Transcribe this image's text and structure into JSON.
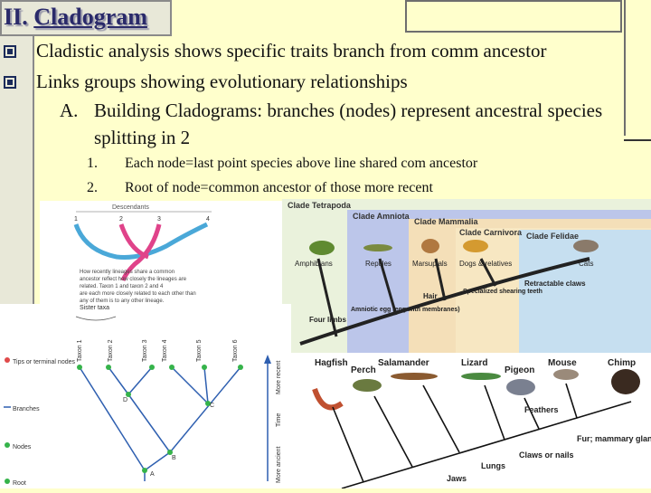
{
  "slide": {
    "title_prefix": "II.",
    "title": "Cladogram",
    "bullets": [
      "Cladistic analysis shows specific traits branch from comm ancestor",
      "Links groups showing evolutionary relationships"
    ],
    "sub_a_label": "A.",
    "sub_a_line1": "Building Cladograms: branches (nodes) represent ancestral species",
    "sub_a_line2": "splitting in 2",
    "numbered": [
      {
        "n": "1.",
        "text": "Each node=last point species above line shared com ancestor"
      },
      {
        "n": "2.",
        "text": "Root of node=common ancestor of those more recent"
      }
    ]
  },
  "figure1": {
    "header": "Descendants",
    "tips": [
      "1",
      "2",
      "3",
      "4"
    ],
    "caption": [
      "How recently lineages share a common",
      "ancestor reflect how closely the lineages are",
      "related. Taxon 1 and taxon 2 and 4",
      "are each more closely related to each other than",
      "any of them is to any other lineage."
    ],
    "colors": {
      "pink": "#e0438a",
      "blue": "#4aa8d8"
    }
  },
  "figure2": {
    "clades": [
      "Clade Tetrapoda",
      "Clade Amniota",
      "Clade Mammalia",
      "Clade Carnivora",
      "Clade Felidae"
    ],
    "taxa": [
      "Amphibians",
      "Reptiles",
      "Marsupials",
      "Dogs & relatives",
      "Cats"
    ],
    "traits": [
      "Four limbs",
      "Amniotic egg (egg with membranes)",
      "Hair",
      "Specialized shearing teeth",
      "Retractable claws"
    ],
    "colors": {
      "tetrapoda": "#d4e8b4",
      "amniota": "#bcc6ea",
      "mammalia": "#f4dfb8",
      "carnivora": "#f7e7c2",
      "felidae": "#c6dff0"
    }
  },
  "figure3": {
    "sister_label": "Sister taxa",
    "taxa": [
      "Taxon 1",
      "Taxon 2",
      "Taxon 3",
      "Taxon 4",
      "Taxon 5",
      "Taxon 6"
    ],
    "nodes": [
      "A",
      "B",
      "C",
      "D"
    ],
    "legend": [
      "Tips or terminal nodes",
      "Branches",
      "Nodes",
      "Root"
    ],
    "axis_top": "More recent",
    "axis_mid": "Time",
    "axis_bottom": "More ancient"
  },
  "figure4": {
    "taxa": [
      "Hagfish",
      "Perch",
      "Salamander",
      "Lizard",
      "Pigeon",
      "Mouse",
      "Chimp"
    ],
    "traits": [
      "Jaws",
      "Lungs",
      "Claws or nails",
      "Feathers",
      "Fur; mammary glands"
    ]
  }
}
